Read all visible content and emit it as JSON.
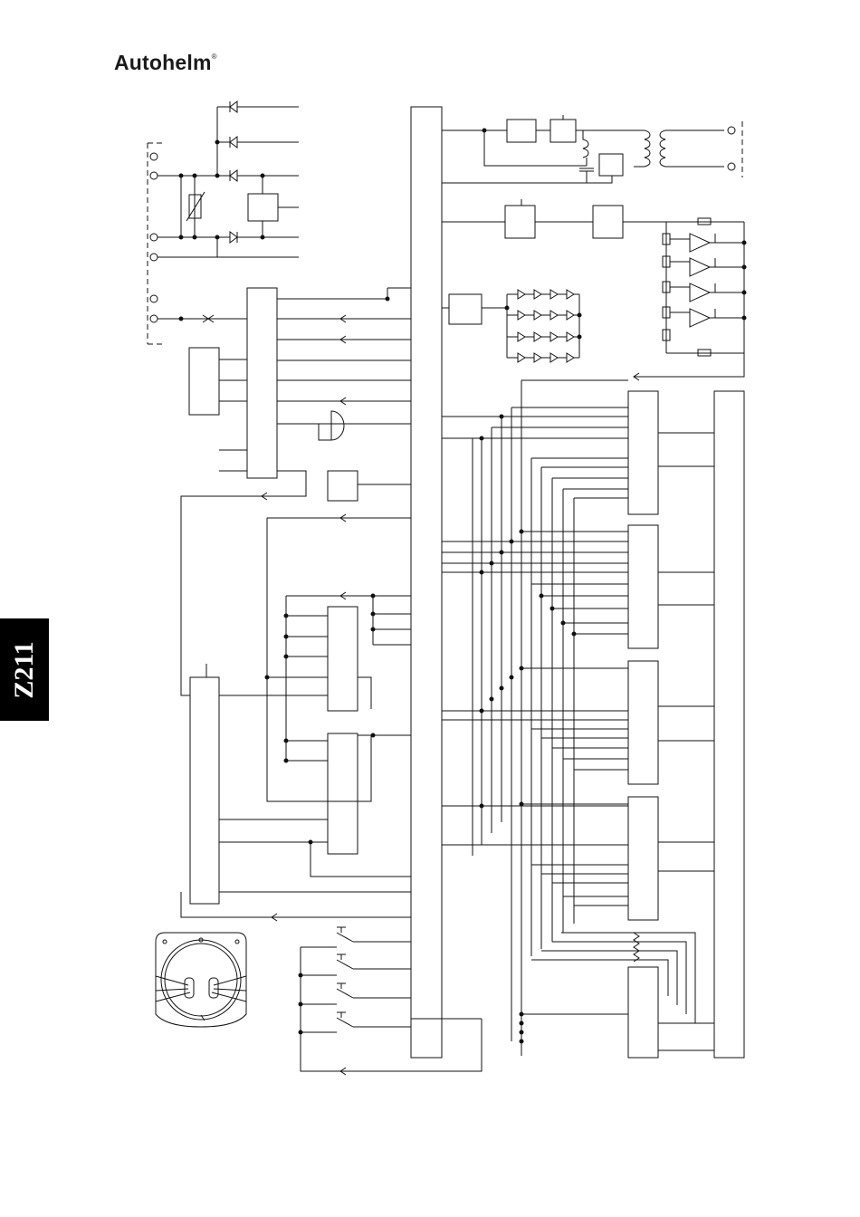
{
  "header": {
    "brand": "Autohelm",
    "registered_mark": "®"
  },
  "sidebar": {
    "page_tab": "Z211"
  },
  "colors": {
    "ink": "#111111",
    "tab_background": "#000000",
    "tab_text": "#ffffff"
  },
  "diagram": {
    "type": "circuit-schematic",
    "components": [
      "connector-terminal",
      "diode",
      "varistor",
      "relay",
      "transformer",
      "inductor",
      "capacitor",
      "led-array",
      "op-amp",
      "resistor",
      "buzzer",
      "push-switch",
      "integrated-circuit",
      "display-driver",
      "lcd-display"
    ]
  }
}
